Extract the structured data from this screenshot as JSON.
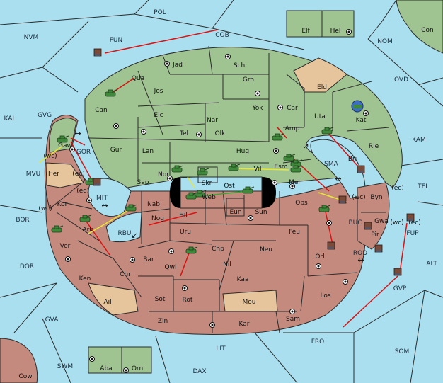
{
  "colors": {
    "sea": "#aadff0",
    "north": "#9fc391",
    "south": "#c48a7e",
    "neutral": "#e6c59c",
    "island": "#9fc391",
    "move_red": "#dd1111",
    "move_yellow": "#e8e833",
    "move_green": "#33aa33",
    "army": "#3e8a3a",
    "fleet": "#555566",
    "pawn": "#7b4b3a"
  },
  "seas": [
    {
      "name": "POL"
    },
    {
      "name": "NVM"
    },
    {
      "name": "FUN"
    },
    {
      "name": "COB"
    },
    {
      "name": "NOM"
    },
    {
      "name": "OVD"
    },
    {
      "name": "KAL"
    },
    {
      "name": "GVG"
    },
    {
      "name": "KAM"
    },
    {
      "name": "MVU"
    },
    {
      "name": "TEI"
    },
    {
      "name": "BOR"
    },
    {
      "name": "ALT"
    },
    {
      "name": "DOR"
    },
    {
      "name": "GVA"
    },
    {
      "name": "FRO"
    },
    {
      "name": "SOM"
    },
    {
      "name": "LIT"
    },
    {
      "name": "SWM"
    },
    {
      "name": "DAX"
    },
    {
      "name": "GOR"
    },
    {
      "name": "MIT"
    },
    {
      "name": "RBU"
    },
    {
      "name": "SMA"
    },
    {
      "name": "BUC"
    },
    {
      "name": "ROD"
    },
    {
      "name": "GVP"
    },
    {
      "name": "FUP"
    }
  ],
  "north_regions": [
    {
      "name": "Jad"
    },
    {
      "name": "Sch"
    },
    {
      "name": "Qua"
    },
    {
      "name": "Jos"
    },
    {
      "name": "Grh"
    },
    {
      "name": "Can"
    },
    {
      "name": "Yok"
    },
    {
      "name": "Car"
    },
    {
      "name": "Elc"
    },
    {
      "name": "Nar"
    },
    {
      "name": "Uta"
    },
    {
      "name": "Kat"
    },
    {
      "name": "Tel"
    },
    {
      "name": "Olk"
    },
    {
      "name": "Amp"
    },
    {
      "name": "Gur"
    },
    {
      "name": "Lan"
    },
    {
      "name": "Hug"
    },
    {
      "name": "Rie"
    },
    {
      "name": "Bri"
    },
    {
      "name": "Nor"
    },
    {
      "name": "Skr"
    },
    {
      "name": "Vil"
    },
    {
      "name": "Esm"
    },
    {
      "name": "Sap"
    },
    {
      "name": "Byn"
    },
    {
      "name": "Gaw"
    }
  ],
  "south_regions": [
    {
      "name": "Web"
    },
    {
      "name": "Ost"
    },
    {
      "name": "Mel"
    },
    {
      "name": "Nab"
    },
    {
      "name": "Kor"
    },
    {
      "name": "Eun"
    },
    {
      "name": "Nog"
    },
    {
      "name": "Hil"
    },
    {
      "name": "Sun"
    },
    {
      "name": "Obs"
    },
    {
      "name": "Gwa"
    },
    {
      "name": "Ark"
    },
    {
      "name": "Uru"
    },
    {
      "name": "Feu"
    },
    {
      "name": "Pir"
    },
    {
      "name": "Ver"
    },
    {
      "name": "Chp"
    },
    {
      "name": "Neu"
    },
    {
      "name": "Bar"
    },
    {
      "name": "Orl"
    },
    {
      "name": "Qwi"
    },
    {
      "name": "Nil"
    },
    {
      "name": "Ken"
    },
    {
      "name": "Chr"
    },
    {
      "name": "Kaa"
    },
    {
      "name": "Sot"
    },
    {
      "name": "Rot"
    },
    {
      "name": "Los"
    },
    {
      "name": "Zin"
    },
    {
      "name": "Kar"
    },
    {
      "name": "Sam"
    }
  ],
  "neutral_regions": [
    {
      "name": "Eld"
    },
    {
      "name": "Her"
    },
    {
      "name": "Ail"
    },
    {
      "name": "Mou"
    }
  ],
  "islands": [
    {
      "name": "Elf"
    },
    {
      "name": "Hel"
    },
    {
      "name": "Con"
    },
    {
      "name": "Aba"
    },
    {
      "name": "Orn"
    },
    {
      "name": "Cow"
    }
  ],
  "coast_tags": [
    {
      "text": "(wc)"
    },
    {
      "text": "(ec)"
    },
    {
      "text": "(ec)"
    },
    {
      "text": "(wc)"
    },
    {
      "text": "(wc)"
    },
    {
      "text": "(ec)"
    },
    {
      "text": "(wc)"
    },
    {
      "text": "(ec)"
    }
  ]
}
